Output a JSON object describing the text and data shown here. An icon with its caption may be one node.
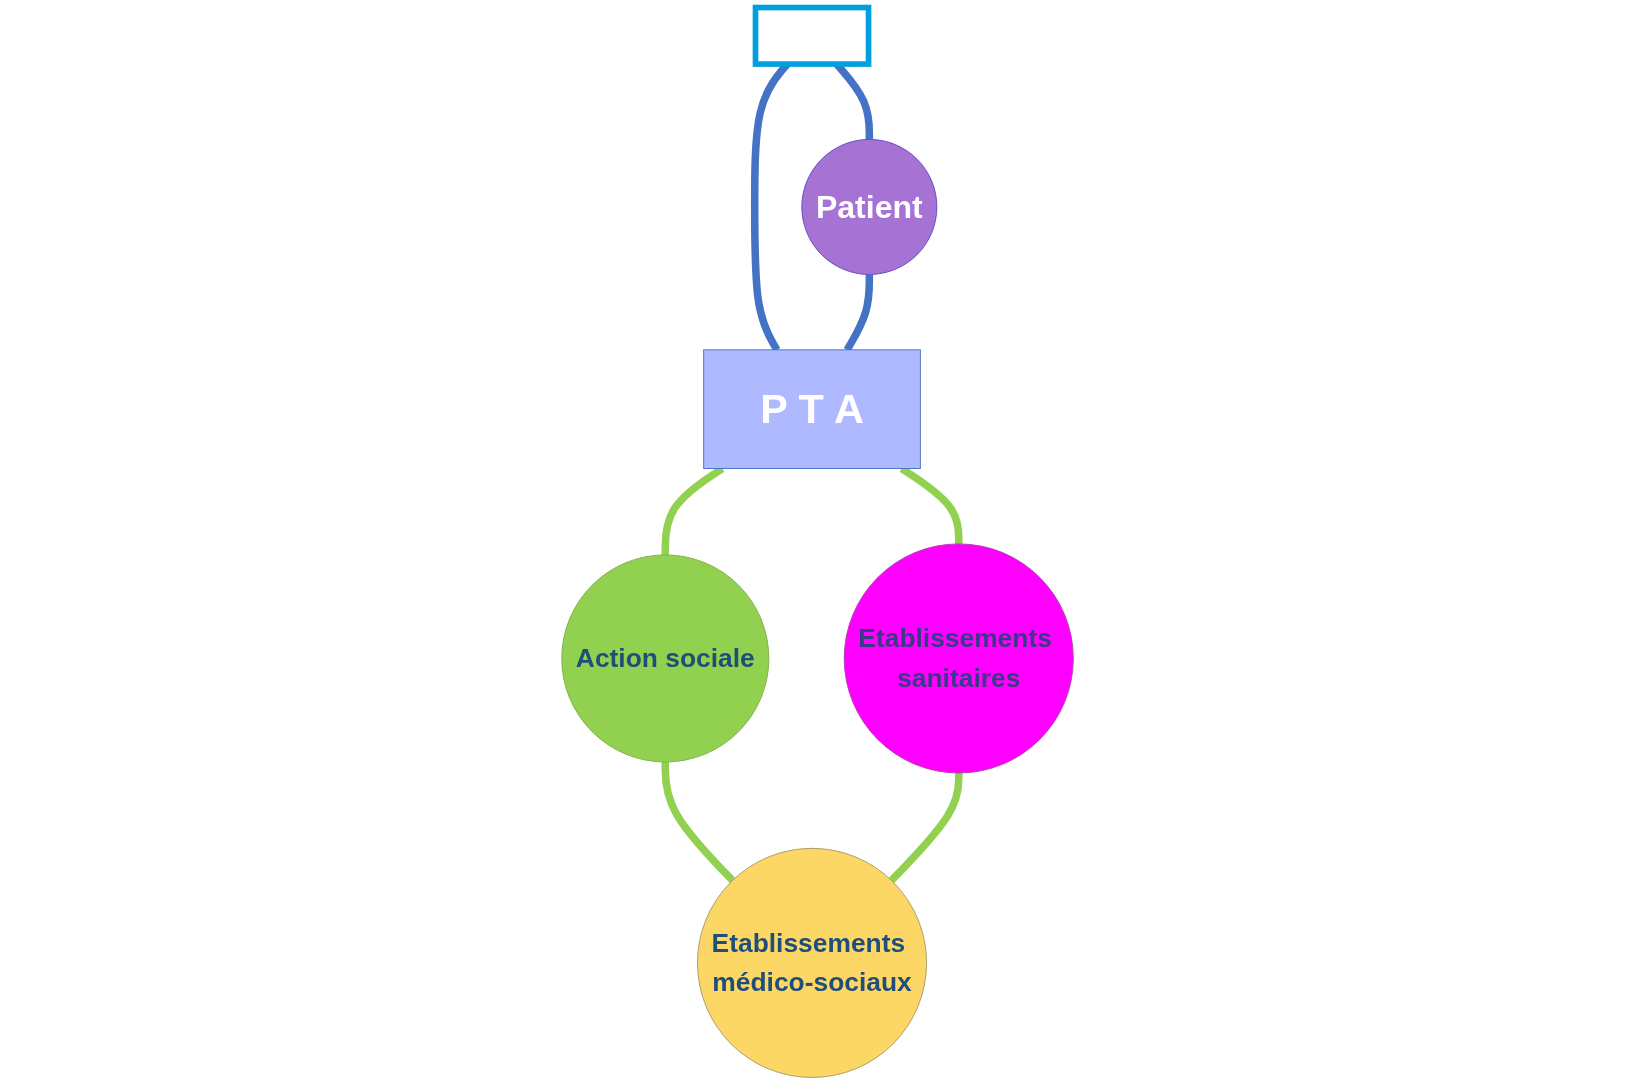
{
  "diagram": {
    "nodes": [
      {
        "text": [],
        "shape": "box"
      },
      {
        "text": [
          "Patient"
        ]
      },
      {
        "text": [
          "P T A"
        ]
      },
      {
        "text": [
          "Action sociale"
        ]
      },
      {
        "text": [
          "Etablissements sanitaires"
        ]
      },
      {
        "text": [
          "Etablissements médico-sociaux"
        ]
      }
    ],
    "edges": [
      {
        "from": 0,
        "to": 1,
        "arrow": "none",
        "color": "#4472c4"
      },
      {
        "from": 0,
        "to": 2,
        "arrow": "none",
        "color": "#4472c4"
      },
      {
        "from": 1,
        "to": 2,
        "arrow": "none",
        "color": "#4472c4"
      },
      {
        "from": 2,
        "to": 3,
        "arrow": "none"
      },
      {
        "from": 2,
        "to": 4,
        "arrow": "none"
      },
      {
        "from": 3,
        "to": 5,
        "arrow": "none"
      },
      {
        "from": 4,
        "to": 5,
        "arrow": "none"
      }
    ]
  }
}
